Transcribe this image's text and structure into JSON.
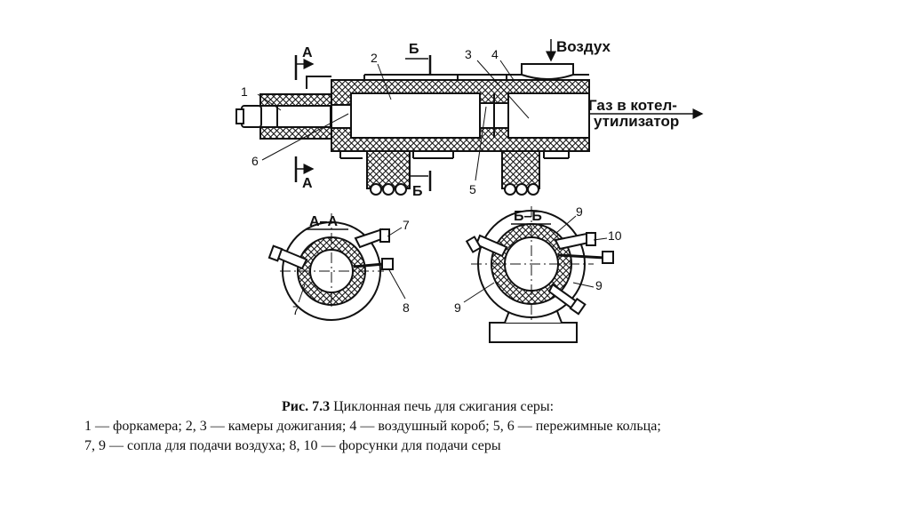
{
  "figure": {
    "labels": {
      "n1": "1",
      "n2": "2",
      "n3": "3",
      "n4": "4",
      "n5": "5",
      "n6": "6",
      "n7a": "7",
      "n7b": "7",
      "n8": "8",
      "n9a": "9",
      "n9b": "9",
      "n9c": "9",
      "n10": "10",
      "cut_a_top": "А",
      "cut_a_bottom": "А",
      "cut_b_top": "Б",
      "cut_b_bottom": "Б",
      "air": "Воздух",
      "gas_line1": "Газ в котел-",
      "gas_line2": "утилизатор",
      "section_aa": "А–А",
      "section_bb": "Б–Б"
    }
  },
  "caption": {
    "title_bold": "Рис. 7.3",
    "title_rest": " Циклонная печь для сжигания серы:",
    "line2": "1 — форкамера;  2, 3 — камеры дожигания;  4 — воздушный короб;  5, 6 — пережимные кольца;",
    "line3": "7, 9 — сопла для подачи воздуха;  8, 10 — форсунки для подачи серы"
  }
}
